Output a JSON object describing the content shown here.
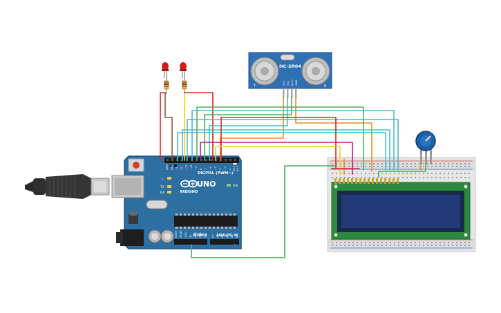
{
  "sensor": {
    "model": "HC-SR04",
    "pins": [
      "VCC",
      "Trig",
      "Echo",
      "GND"
    ],
    "mark_left": "T",
    "mark_right": "R"
  },
  "arduino": {
    "logo": "UNO",
    "brand": "ARDUINO",
    "digital_label": "DIGITAL (PWM~)",
    "power_label": "POWER",
    "analog_label": "ANALOG IN",
    "on_label": "ON",
    "led_labels": [
      "L",
      "TX",
      "RX"
    ],
    "power_pins": [
      "IOREF",
      "RESET",
      "3.3V",
      "5V",
      "GND",
      "GND",
      "Vin"
    ],
    "analog_pins": [
      "A0",
      "A1",
      "A2",
      "A3",
      "A4",
      "A5"
    ],
    "digital_pins": [
      "AREF",
      "GND",
      "13",
      "12",
      "~11",
      "~10",
      "~9",
      "8",
      "7",
      "~6",
      "~5",
      "4",
      "~3",
      "2",
      "TX 1",
      "RX 0"
    ]
  },
  "colors": {
    "board": "#2c6fa0",
    "board_edge": "#1f5580",
    "breadboard": "#e6e6e6",
    "lcd_pcb": "#2b8a3e",
    "lcd_screen": "#243a78",
    "wire_red": "#e0221c",
    "wire_green": "#4caf50",
    "wire_cyan": "#49b8d2",
    "wire_yellow": "#f0d020",
    "wire_orange": "#ef8a1e",
    "wire_magenta": "#c2187e",
    "wire_brown": "#8a5a2b",
    "pot_knob": "#1d5fa8"
  }
}
